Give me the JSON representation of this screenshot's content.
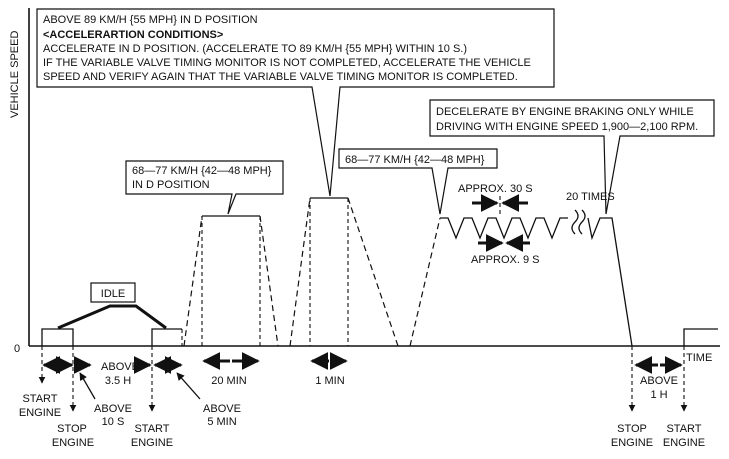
{
  "axes": {
    "y_label": "VEHICLE SPEED",
    "x_label": "TIME",
    "origin": "0"
  },
  "callouts": {
    "top": {
      "line1": "ABOVE 89 KM/H {55 MPH} IN D POSITION",
      "line2": "<ACCELERARTION CONDITIONS>",
      "line3": "ACCELERATE IN D POSITION. (ACCELERATE TO 89 KM/H {55 MPH} WITHIN 10 S.)",
      "line4": "IF THE VARIABLE VALVE TIMING MONITOR IS NOT COMPLETED, ACCELERATE THE VEHICLE",
      "line5": "SPEED AND VERIFY AGAIN THAT THE VARIABLE VALVE TIMING MONITOR IS COMPLETED."
    },
    "decel": {
      "line1": "DECELERATE BY ENGINE BRAKING ONLY WHILE",
      "line2": "DRIVING WITH ENGINE SPEED 1,900—2,100 RPM."
    },
    "speed1": {
      "line1": "68—77 KM/H {42—48 MPH}",
      "line2": "IN D POSITION"
    },
    "speed2": {
      "line1": "68—77 KM/H {42—48 MPH}"
    },
    "idle": "IDLE"
  },
  "annotations": {
    "approx30": "APPROX. 30 S",
    "approx9": "APPROX. 9 S",
    "times20": "20 TIMES"
  },
  "durations": {
    "above35h": [
      "ABOVE",
      "3.5 H"
    ],
    "above10s": [
      "ABOVE",
      "10 S"
    ],
    "above5min": [
      "ABOVE",
      "5 MIN"
    ],
    "min20": "20 MIN",
    "min1": "1 MIN",
    "above1h": [
      "ABOVE",
      "1 H"
    ]
  },
  "events": {
    "start1": [
      "START",
      "ENGINE"
    ],
    "stop1": [
      "STOP",
      "ENGINE"
    ],
    "start2": [
      "START",
      "ENGINE"
    ],
    "stop2": [
      "STOP",
      "ENGINE"
    ],
    "start3": [
      "START",
      "ENGINE"
    ]
  }
}
